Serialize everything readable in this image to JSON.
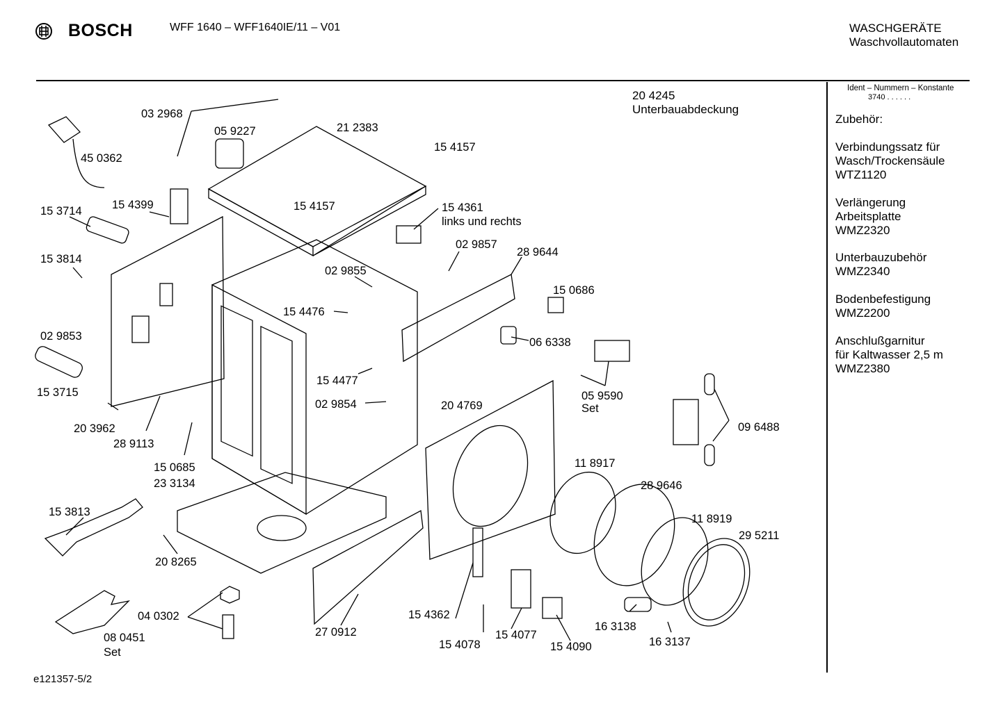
{
  "header": {
    "brand": "BOSCH",
    "model": "WFF 1640 – WFF1640IE/11 – V01",
    "category_line1": "WASCHGERÄTE",
    "category_line2": "Waschvollautomaten"
  },
  "sidebar": {
    "ident_heading": "Ident – Nummern – Konstante",
    "ident_value": "3740  . .    . . . .",
    "accessories_title": "Zubehör:",
    "accessories": [
      {
        "lines": [
          "Verbindungssatz für",
          "Wasch/Trockensäule",
          "WTZ1120"
        ]
      },
      {
        "lines": [
          "Verlängerung",
          "Arbeitsplatte",
          "WMZ2320"
        ]
      },
      {
        "lines": [
          "Unterbauzubehör",
          "WMZ2340"
        ]
      },
      {
        "lines": [
          "Bodenbefestigung",
          "WMZ2200"
        ]
      },
      {
        "lines": [
          "Anschlußgarnitur",
          "für Kaltwasser 2,5 m",
          "WMZ2380"
        ]
      }
    ]
  },
  "parts": [
    "03 2968",
    "05 9227",
    "21 2383",
    "15 4157",
    "45 0362",
    "15 3714",
    "15 4399",
    "15 4157",
    "15 4361",
    "links und rechts",
    "15 3814",
    "02 9857",
    "28 9644",
    "02 9855",
    "15 0686",
    "15 4476",
    "02 9853",
    "06 6338",
    "15 4477",
    "05 9590",
    "Set",
    "15 3715",
    "02 9854",
    "20 4769",
    "20 3962",
    "28 9113",
    "09 6488",
    "15 0685",
    "23 3134",
    "11 8917",
    "28 9646",
    "15 3813",
    "11 8919",
    "29 5211",
    "20 8265",
    "04 0302",
    "15 4362",
    "27 0912",
    "15 4077",
    "16 3138",
    "08 0451",
    "Set",
    "15 4078",
    "15 4090",
    "16 3137",
    "20 4245",
    "Unterbauabdeckung"
  ],
  "footer": {
    "code": "e121357-5/2"
  }
}
